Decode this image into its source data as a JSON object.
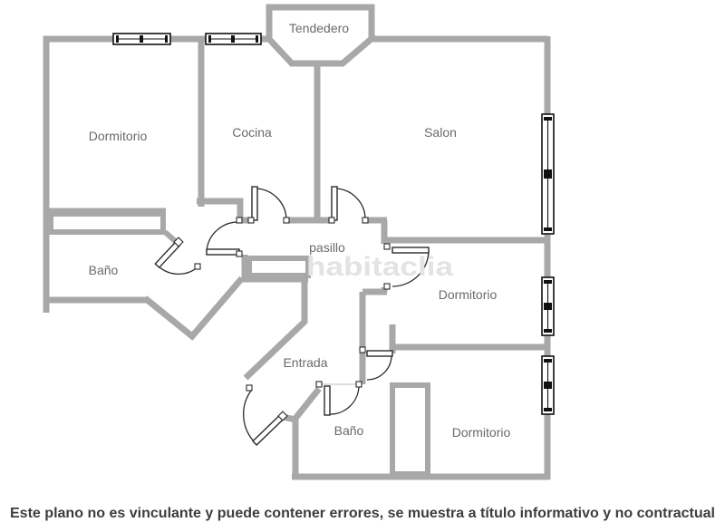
{
  "floorplan": {
    "watermark": "habitaclia",
    "disclaimer": "Este plano no es vinculante y puede contener errores, se muestra a título informativo y no contractual",
    "rooms": {
      "tendedero": "Tendedero",
      "dormitorio_1": "Dormitorio",
      "cocina": "Cocina",
      "salon": "Salon",
      "banyo_1": "Baño",
      "pasillo": "pasillo",
      "dormitorio_2": "Dormitorio",
      "entrada": "Entrada",
      "banyo_2": "Baño",
      "dormitorio_3": "Dormitorio"
    },
    "colors": {
      "wall": "#a8a8a8",
      "door": "#2a2a2a",
      "window_border": "#111111",
      "label": "#6a6a6a",
      "watermark": "#e3e3e3",
      "disclaimer": "#3d3d3d"
    }
  }
}
